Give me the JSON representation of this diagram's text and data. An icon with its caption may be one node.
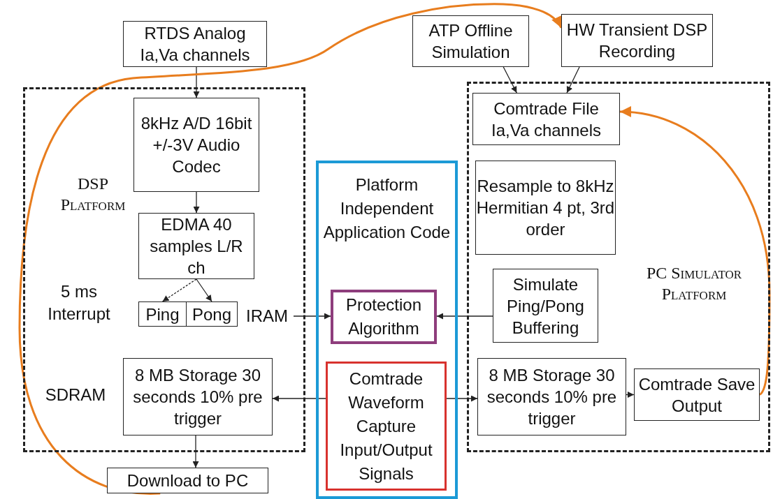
{
  "diagram": {
    "nodes": [
      {
        "text": [
          "RTDS Analog Ia,Va channels"
        ]
      },
      {
        "text": [
          "ATP Offline Simulation"
        ]
      },
      {
        "text": [
          "HW Transient DSP Recording"
        ]
      },
      {
        "text": [
          "DSP Platform"
        ]
      },
      {
        "text": [
          "8kHz A/D 16bit +/-3V Audio Codec"
        ],
        "in": 3
      },
      {
        "text": [
          "EDMA 40 samples L/R ch"
        ],
        "in": 3
      },
      {
        "text": [
          "Ping"
        ],
        "in": 3
      },
      {
        "text": [
          "Pong"
        ],
        "in": 3
      },
      {
        "text": [
          "IRAM"
        ],
        "in": 3
      },
      {
        "text": [
          "8 MB Storage 30 seconds 10% pre trigger"
        ],
        "in": 3
      },
      {
        "text": [
          "Download to PC"
        ]
      },
      {
        "text": [
          "Platform Independent Application Code"
        ]
      },
      {
        "text": [
          "Protection Algorithm"
        ],
        "in": 11
      },
      {
        "text": [
          "Comtrade Waveform Capture Input/Output Signals"
        ],
        "in": 11
      },
      {
        "text": [
          "PC Simulator Platform"
        ]
      },
      {
        "text": [
          "Comtrade File Ia,Va channels"
        ],
        "in": 14
      },
      {
        "text": [
          "Resample to 8kHz Hermitian 4 pt, 3rd order"
        ],
        "in": 14
      },
      {
        "text": [
          "Simulate Ping/Pong Buffering"
        ],
        "in": 14
      },
      {
        "text": [
          "8 MB Storage 30 seconds 10% pre trigger"
        ],
        "in": 14
      },
      {
        "text": [
          "Comtrade Save Output"
        ],
        "in": 14
      }
    ],
    "edges": [
      {
        "from": 0,
        "to": 4,
        "arrow": "to"
      },
      {
        "from": 4,
        "to": 5,
        "arrow": "to"
      },
      {
        "from": 5,
        "to": 6,
        "arrow": "to",
        "style": "dashed"
      },
      {
        "from": 5,
        "to": 7,
        "arrow": "to"
      },
      {
        "from": 8,
        "to": 12,
        "arrow": "to"
      },
      {
        "from": 17,
        "to": 12,
        "arrow": "to"
      },
      {
        "from": 13,
        "to": 9,
        "arrow": "to"
      },
      {
        "from": 13,
        "to": 18,
        "arrow": "to"
      },
      {
        "from": 9,
        "to": 10,
        "arrow": "to"
      },
      {
        "from": 18,
        "to": 19,
        "arrow": "to"
      },
      {
        "from": 1,
        "to": 15,
        "arrow": "to"
      },
      {
        "from": 2,
        "to": 15,
        "arrow": "to"
      },
      {
        "from": 10,
        "to": 2,
        "arrow": "to",
        "style": "thick",
        "color": "#e87d1e"
      },
      {
        "from": 19,
        "to": 15,
        "arrow": "to",
        "style": "thick",
        "color": "#e87d1e"
      }
    ],
    "labels": [
      "5 ms Interrupt",
      "SDRAM"
    ]
  }
}
